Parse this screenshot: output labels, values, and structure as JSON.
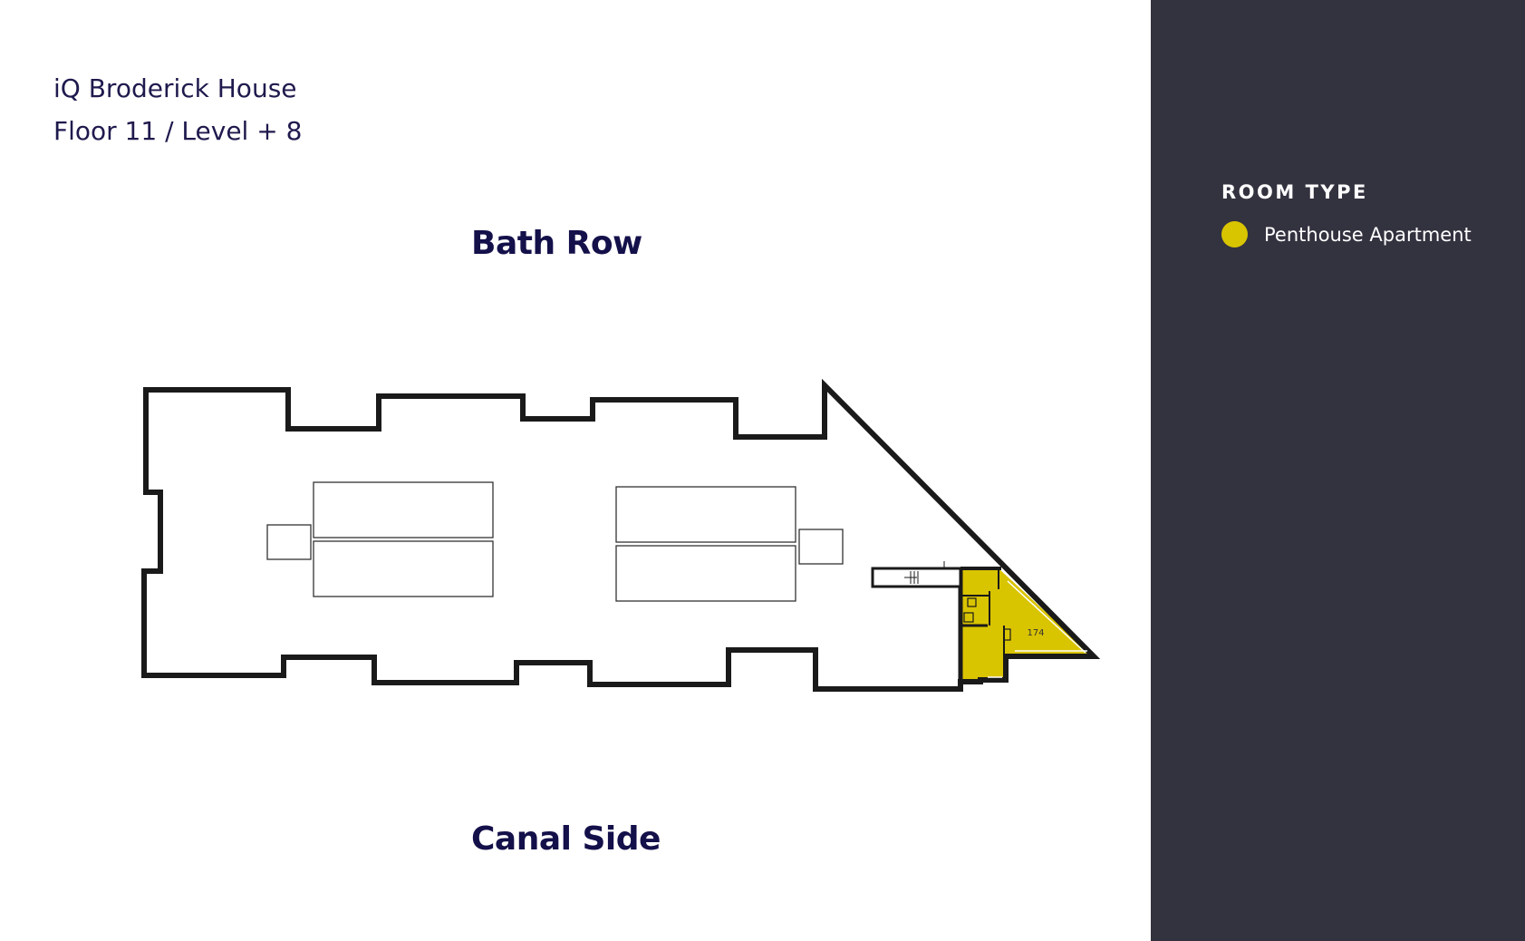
{
  "title": {
    "building": "iQ Broderick House",
    "floor": "Floor 11 / Level + 8"
  },
  "streets": {
    "top": "Bath Row",
    "bottom": "Canal Side"
  },
  "plan": {
    "room_number": "174",
    "room_type": "Penthouse Apartment"
  },
  "legend": {
    "heading": "ROOM TYPE",
    "items": [
      {
        "label": "Penthouse Apartment",
        "color": "#d9c400"
      }
    ]
  },
  "colors": {
    "sidebar_bg": "#33323f",
    "text_dark": "#14104a",
    "penthouse": "#d9c400",
    "wall": "#1a1a1a"
  }
}
